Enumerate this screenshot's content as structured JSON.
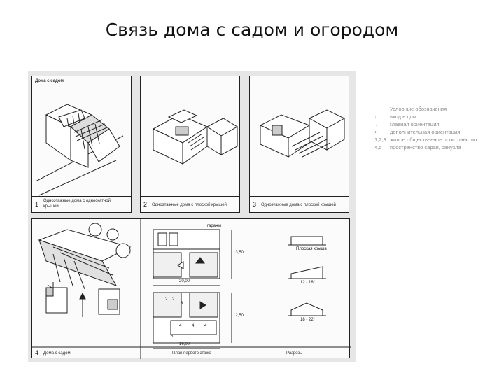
{
  "title": "Связь дома с садом и огородом",
  "panels": {
    "p1": {
      "heading": "Дома с садом",
      "num": "1",
      "caption1": "Одноэтажные дома с односкатной",
      "caption2": "крышей"
    },
    "p2": {
      "num": "2",
      "caption": "Одноэтажные дома с плоской крышей"
    },
    "p3": {
      "num": "3",
      "caption": "Одноэтажные дома с плоской крышей"
    },
    "p4": {
      "num": "4",
      "caption": "Дома с садом",
      "plan_caption": "План первого этажа",
      "sections_caption": "Разрезы",
      "garage_label": "гаражы",
      "dim_20": "20,00",
      "dim_13": "13,50",
      "dim_12": "12,50",
      "dim_16": "16,00",
      "flat_roof": "Плоская крыша",
      "angle1": "12 - 18°",
      "angle2": "18 - 22°",
      "room_labels": [
        "2",
        "2",
        "3",
        "4",
        "4",
        "4",
        "5"
      ]
    }
  },
  "legend": {
    "title1": "Условные обозначения",
    "rows": [
      {
        "sym": "↓",
        "text": "вход в дом"
      },
      {
        "sym": "←",
        "text": "главная ориентация"
      },
      {
        "sym": "⇠",
        "text": "дополнительная ориентация"
      },
      {
        "sym": "1,2,3",
        "text": "жилое общественное пространство"
      },
      {
        "sym": "4,5",
        "text": "пространство сарая, санузла"
      }
    ]
  }
}
